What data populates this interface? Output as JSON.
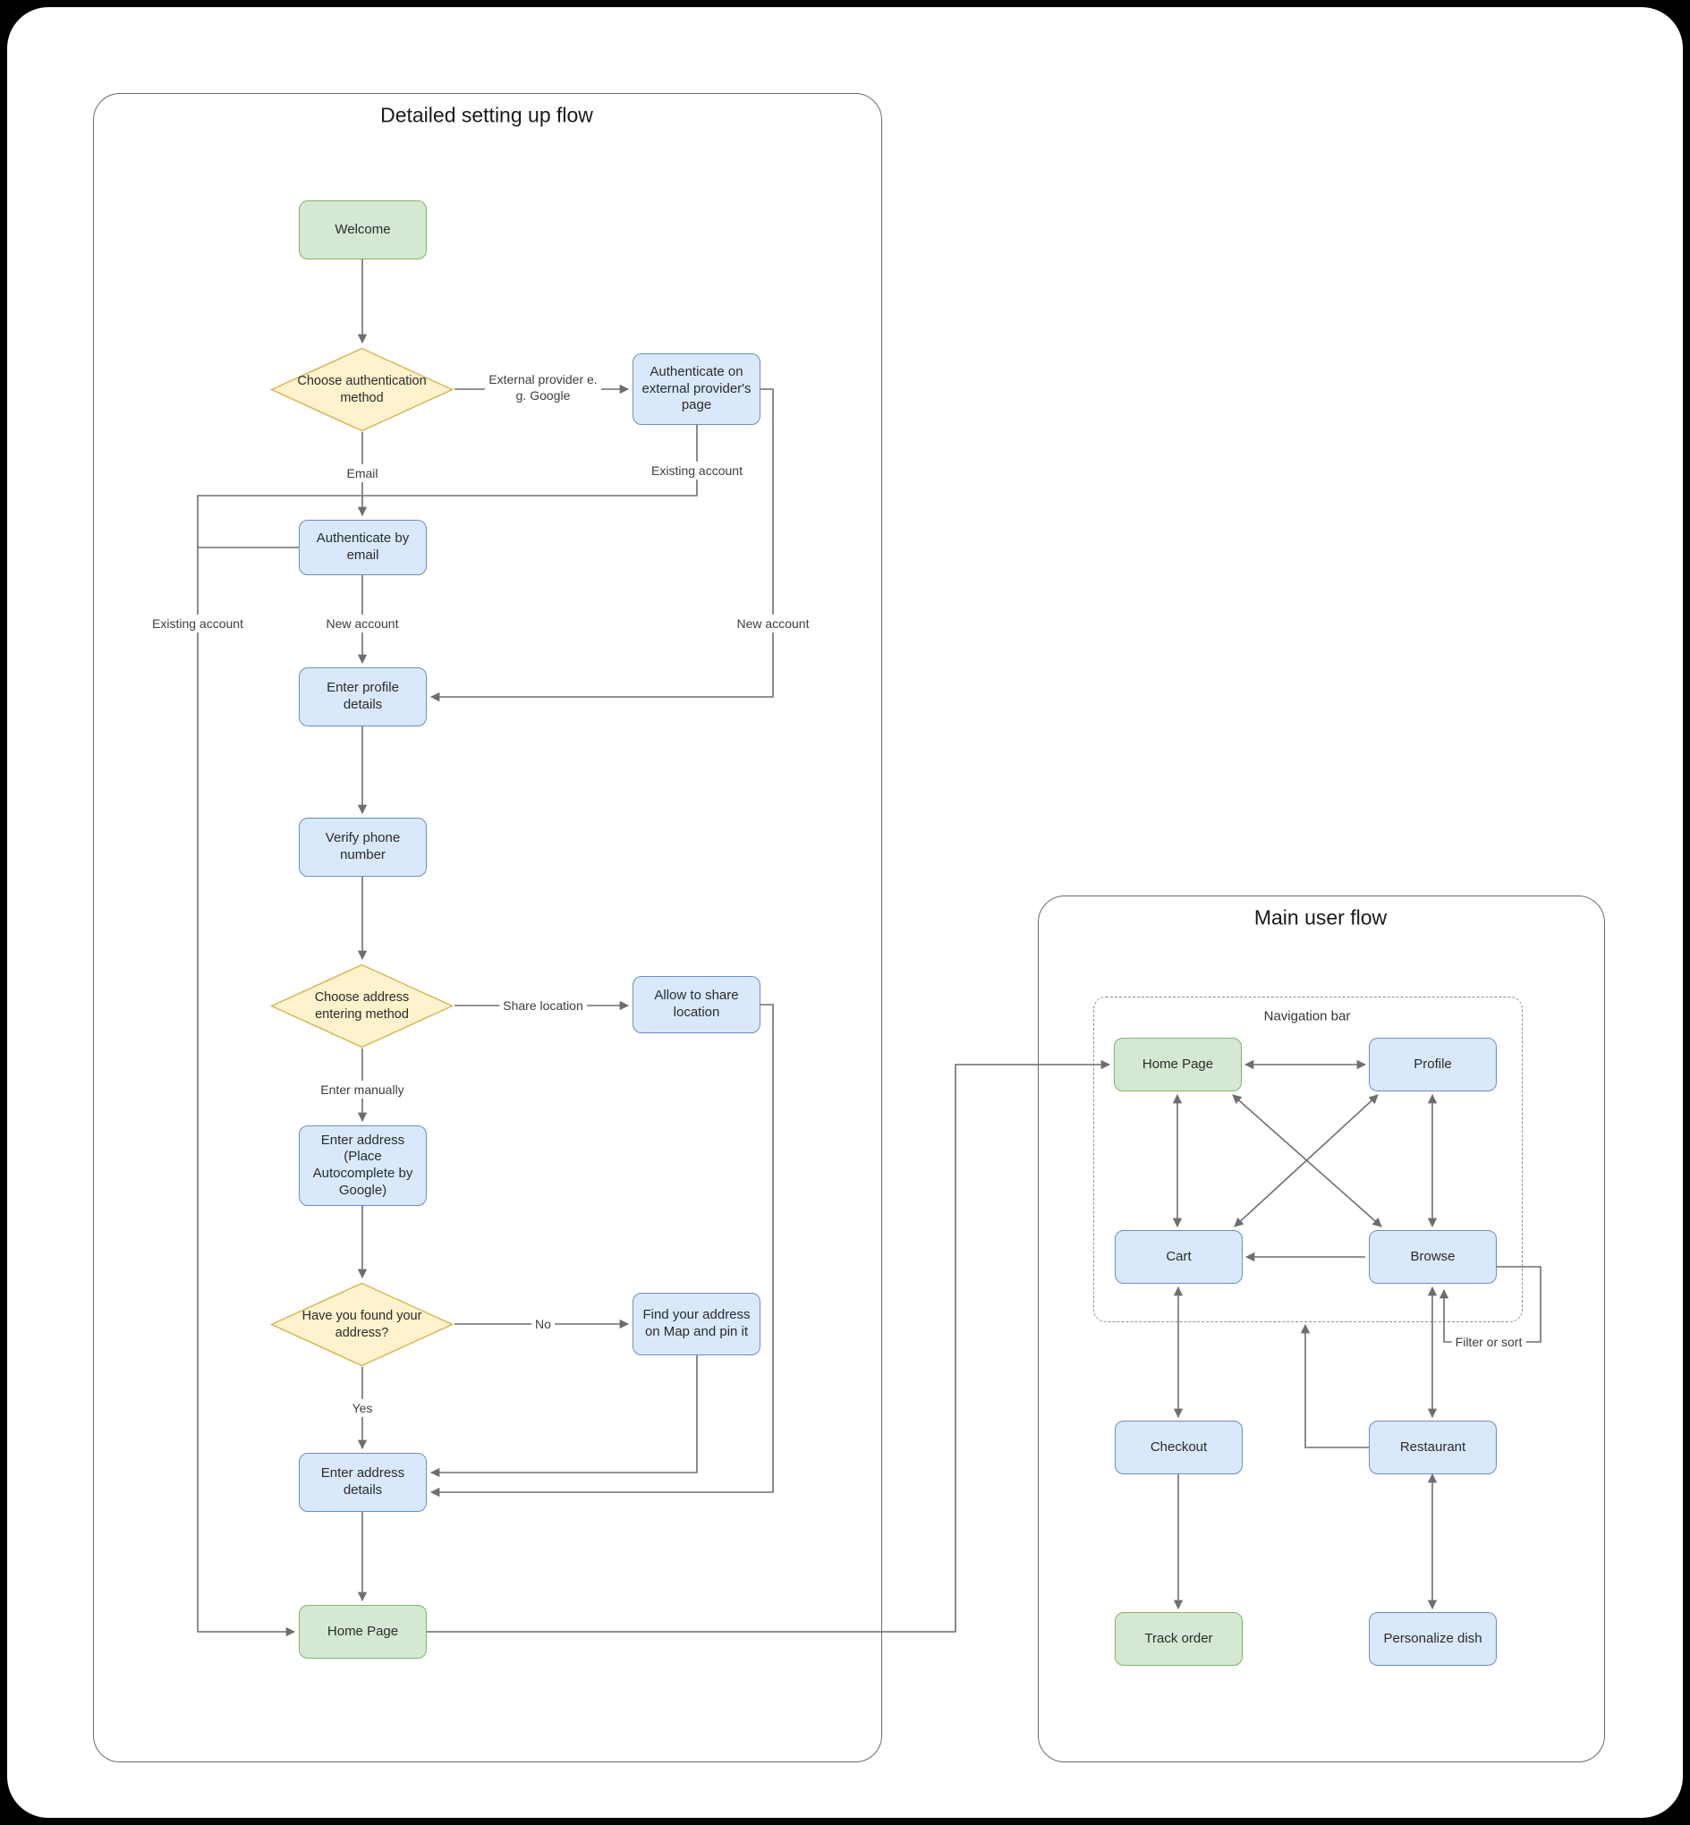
{
  "panels": {
    "setup": {
      "title": "Detailed setting up flow"
    },
    "main": {
      "title": "Main user flow",
      "navbar_label": "Navigation bar"
    }
  },
  "nodes": {
    "welcome": "Welcome",
    "choose_auth": "Choose authentication method",
    "auth_external": "Authenticate on external provider's page",
    "auth_email": "Authenticate by email",
    "enter_profile": "Enter profile details",
    "verify_phone": "Verify phone number",
    "choose_address": "Choose address entering method",
    "allow_share": "Allow to share location",
    "enter_address": "Enter address (Place Autocomplete by Google)",
    "found_address": "Have you found your address?",
    "find_map": "Find your address on Map and pin it",
    "address_details": "Enter address details",
    "home_left": "Home Page",
    "home_main": "Home Page",
    "profile": "Profile",
    "cart": "Cart",
    "browse": "Browse",
    "checkout": "Checkout",
    "restaurant": "Restaurant",
    "track_order": "Track order",
    "personalize": "Personalize dish"
  },
  "edge_labels": {
    "external_provider": "External provider e. g. Google",
    "email": "Email",
    "existing_account_ext": "Existing account",
    "existing_account_left": "Existing account",
    "new_account_left": "New account",
    "new_account_right": "New account",
    "share_location": "Share location",
    "enter_manually": "Enter manually",
    "no": "No",
    "yes": "Yes",
    "filter_sort": "Filter or sort"
  },
  "colors": {
    "green_fill": "#d5e8d4",
    "green_stroke": "#82b366",
    "blue_fill": "#dae8fc",
    "blue_stroke": "#6c8ebf",
    "yellow_fill": "#fff2cc",
    "yellow_stroke": "#d6b656",
    "edge": "#6e6e6e",
    "panel_border": "#6b6b6b",
    "canvas": "#ffffff",
    "frame": "#000000"
  }
}
